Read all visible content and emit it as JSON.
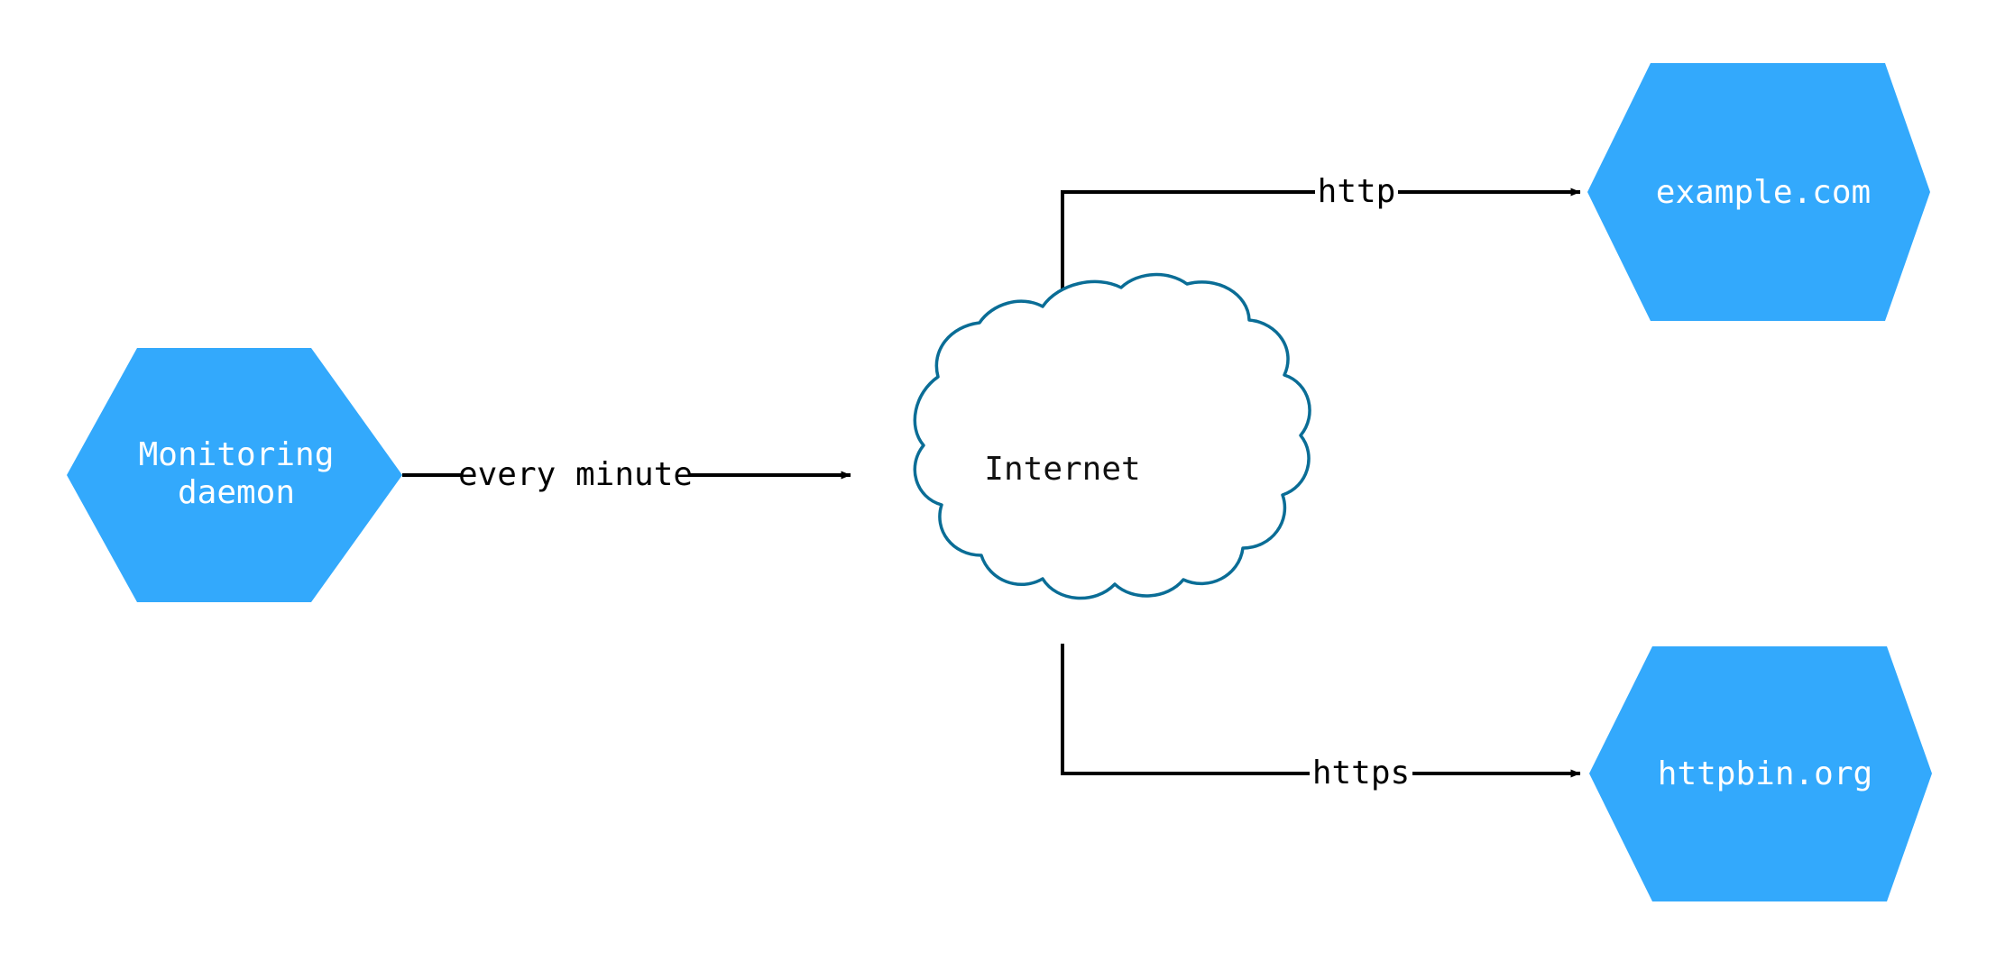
{
  "diagram": {
    "type": "network-flow-diagram",
    "background_color": "#ffffff",
    "node_fill_color": "#33a9fc",
    "node_text_color": "#ffffff",
    "cloud_stroke_color": "#0a6d96",
    "cloud_fill_color": "#ffffff",
    "cloud_text_color": "#111111",
    "edge_color": "#000000",
    "nodes": [
      {
        "id": "monitoring-daemon",
        "shape": "hexagon",
        "label_line1": "Monitoring",
        "label_line2": "daemon"
      },
      {
        "id": "internet",
        "shape": "cloud",
        "label": "Internet"
      },
      {
        "id": "example-com",
        "shape": "hexagon",
        "label": "example.com"
      },
      {
        "id": "httpbin-org",
        "shape": "hexagon",
        "label": "httpbin.org"
      }
    ],
    "edges": [
      {
        "id": "daemon-to-internet",
        "from": "monitoring-daemon",
        "to": "internet",
        "label": "every minute",
        "arrow": true
      },
      {
        "id": "internet-to-example",
        "from": "internet",
        "to": "example-com",
        "label": "http",
        "arrow": true
      },
      {
        "id": "internet-to-httpbin",
        "from": "internet",
        "to": "httpbin-org",
        "label": "https",
        "arrow": true
      }
    ]
  }
}
